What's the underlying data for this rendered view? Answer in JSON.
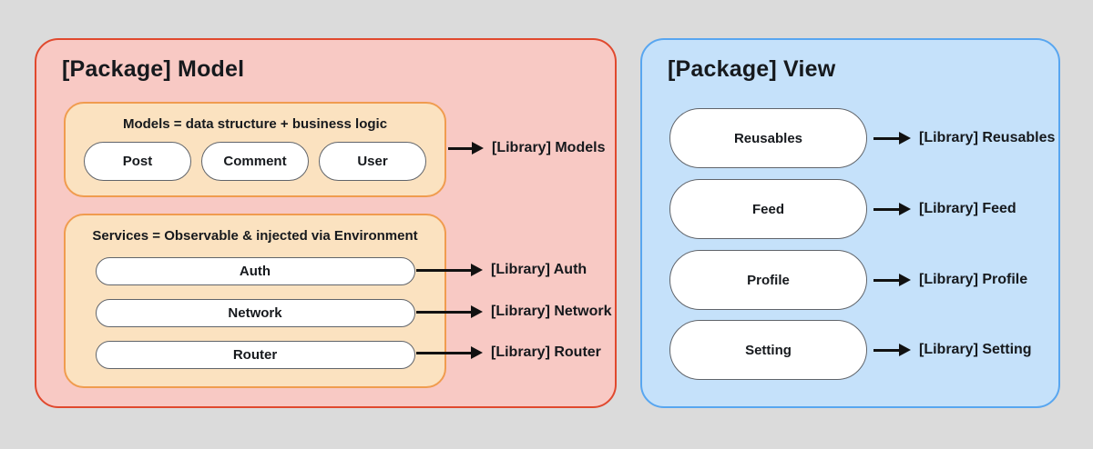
{
  "packages": {
    "model": {
      "title": "[Package] Model",
      "models_group": {
        "title": "Models = data structure + business logic",
        "items": [
          "Post",
          "Comment",
          "User"
        ],
        "library": "[Library] Models"
      },
      "services_group": {
        "title": "Services = Observable & injected via Environment",
        "items": [
          {
            "label": "Auth",
            "library": "[Library] Auth"
          },
          {
            "label": "Network",
            "library": "[Library] Network"
          },
          {
            "label": "Router",
            "library": "[Library] Router"
          }
        ]
      }
    },
    "view": {
      "title": "[Package] View",
      "items": [
        {
          "label": "Reusables",
          "library": "[Library] Reusables"
        },
        {
          "label": "Feed",
          "library": "[Library] Feed"
        },
        {
          "label": "Profile",
          "library": "[Library] Profile"
        },
        {
          "label": "Setting",
          "library": "[Library] Setting"
        }
      ]
    }
  },
  "colors": {
    "background": "#DBDBDB",
    "model_fill": "#F8C9C4",
    "model_border": "#E0492E",
    "group_fill": "#FBE2C0",
    "group_border": "#F09C4F",
    "view_fill": "#C5E1FA",
    "view_border": "#58A6F0",
    "node_fill": "#FFFFFF",
    "node_border": "#60646A",
    "arrow": "#111111",
    "text": "#16191D"
  }
}
